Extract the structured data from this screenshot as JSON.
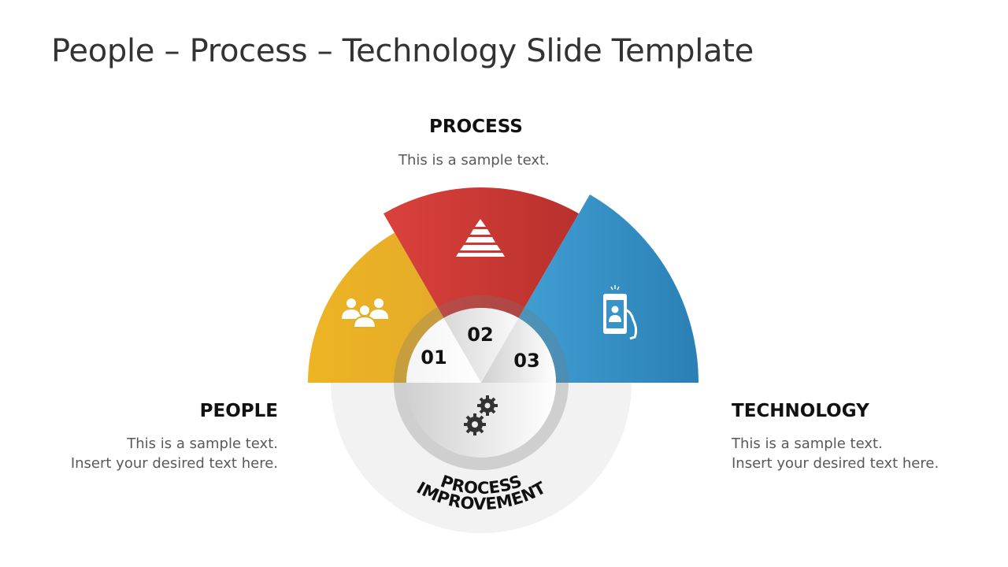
{
  "slide": {
    "title": "People – Process – Technology Slide Template"
  },
  "process": {
    "heading": "PROCESS",
    "text": "This is a sample text.",
    "number": "02",
    "icon": "pyramid-icon",
    "color": "#D53E3A"
  },
  "people": {
    "heading": "PEOPLE",
    "text1": "This is a sample text.",
    "text2": "Insert your desired text here.",
    "number": "01",
    "icon": "group-icon",
    "color": "#E9B02A"
  },
  "technology": {
    "heading": "TECHNOLOGY",
    "text1": "This is a sample text.",
    "text2": "Insert your desired text here.",
    "number": "03",
    "icon": "smartphone-in-hand-icon",
    "color": "#3A97CC"
  },
  "center": {
    "line1": "PROCESS",
    "line2": "IMPROVEMENT",
    "icon": "gears-icon"
  }
}
